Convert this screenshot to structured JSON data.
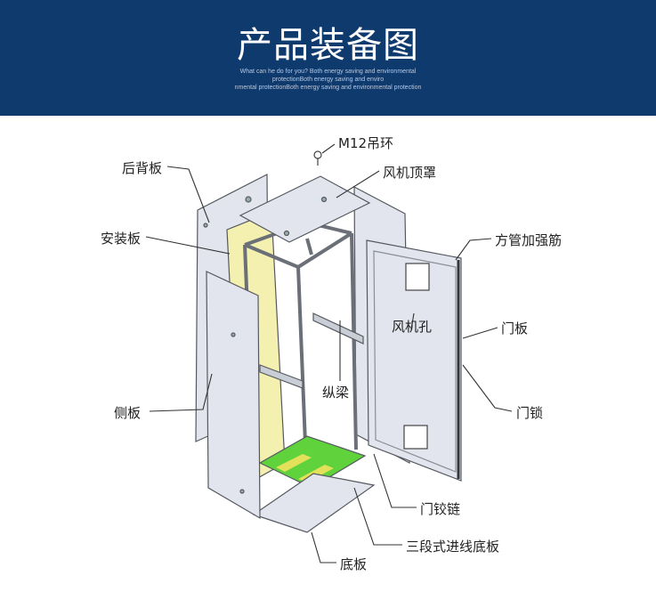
{
  "banner": {
    "title": "产品装备图",
    "subtitle_lines": [
      "What can he do for you? Both energy saving and environmental",
      "protectionBoth energy saving and enviro",
      "nmental protectionBoth energy saving and environmental protection"
    ]
  },
  "labels": {
    "hoist_ring": "M12吊环",
    "fan_top_cover": "风机顶罩",
    "back_panel": "后背板",
    "mounting_plate": "安装板",
    "square_tube_reinforcement": "方管加强筋",
    "fan_hole": "风机孔",
    "door_panel": "门板",
    "longitudinal_beam": "纵梁",
    "side_panel": "侧板",
    "door_lock": "门锁",
    "door_hinge": "门铰链",
    "three_section_cable_entry_base": "三段式进线底板",
    "bottom_plate": "底板"
  },
  "colors": {
    "banner_bg": "#0f3a6e",
    "panel_fill": "#dfe3ec",
    "mounting_plate": "#f3f0b0",
    "base_green": "#5fd23c",
    "frame": "#6b6f78"
  }
}
